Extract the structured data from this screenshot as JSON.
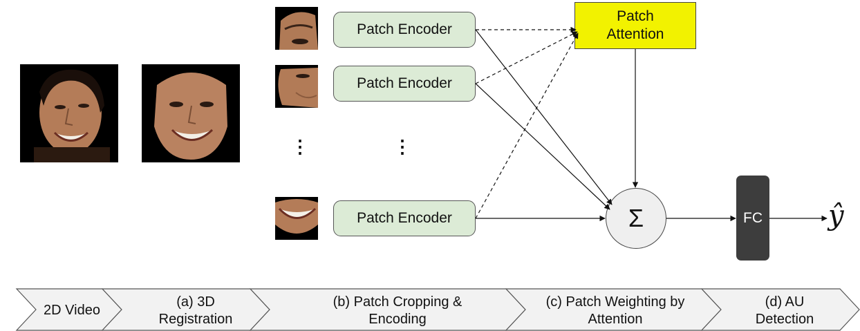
{
  "diagram": {
    "encoders": [
      "Patch Encoder",
      "Patch Encoder",
      "Patch Encoder"
    ],
    "attention": {
      "line1": "Patch",
      "line2": "Attention"
    },
    "sum_symbol": "Σ",
    "fc_label": "FC",
    "output_symbol": "ŷ",
    "ellipsis_symbol": "⋮"
  },
  "pipeline": {
    "stages": [
      {
        "line1": "2D Video",
        "line2": ""
      },
      {
        "line1": "(a) 3D",
        "line2": "Registration"
      },
      {
        "line1": "(b) Patch Cropping &",
        "line2": "Encoding"
      },
      {
        "line1": "(c) Patch Weighting by",
        "line2": "Attention"
      },
      {
        "line1": "(d) AU",
        "line2": "Detection"
      }
    ]
  },
  "colors": {
    "encoder_fill": "#dcebd6",
    "attention_fill": "#f2f200",
    "sum_fill": "#efefef",
    "fc_fill": "#3d3d3d",
    "chevron_fill": "#f2f2f2",
    "face_skin": "#b5815d"
  }
}
